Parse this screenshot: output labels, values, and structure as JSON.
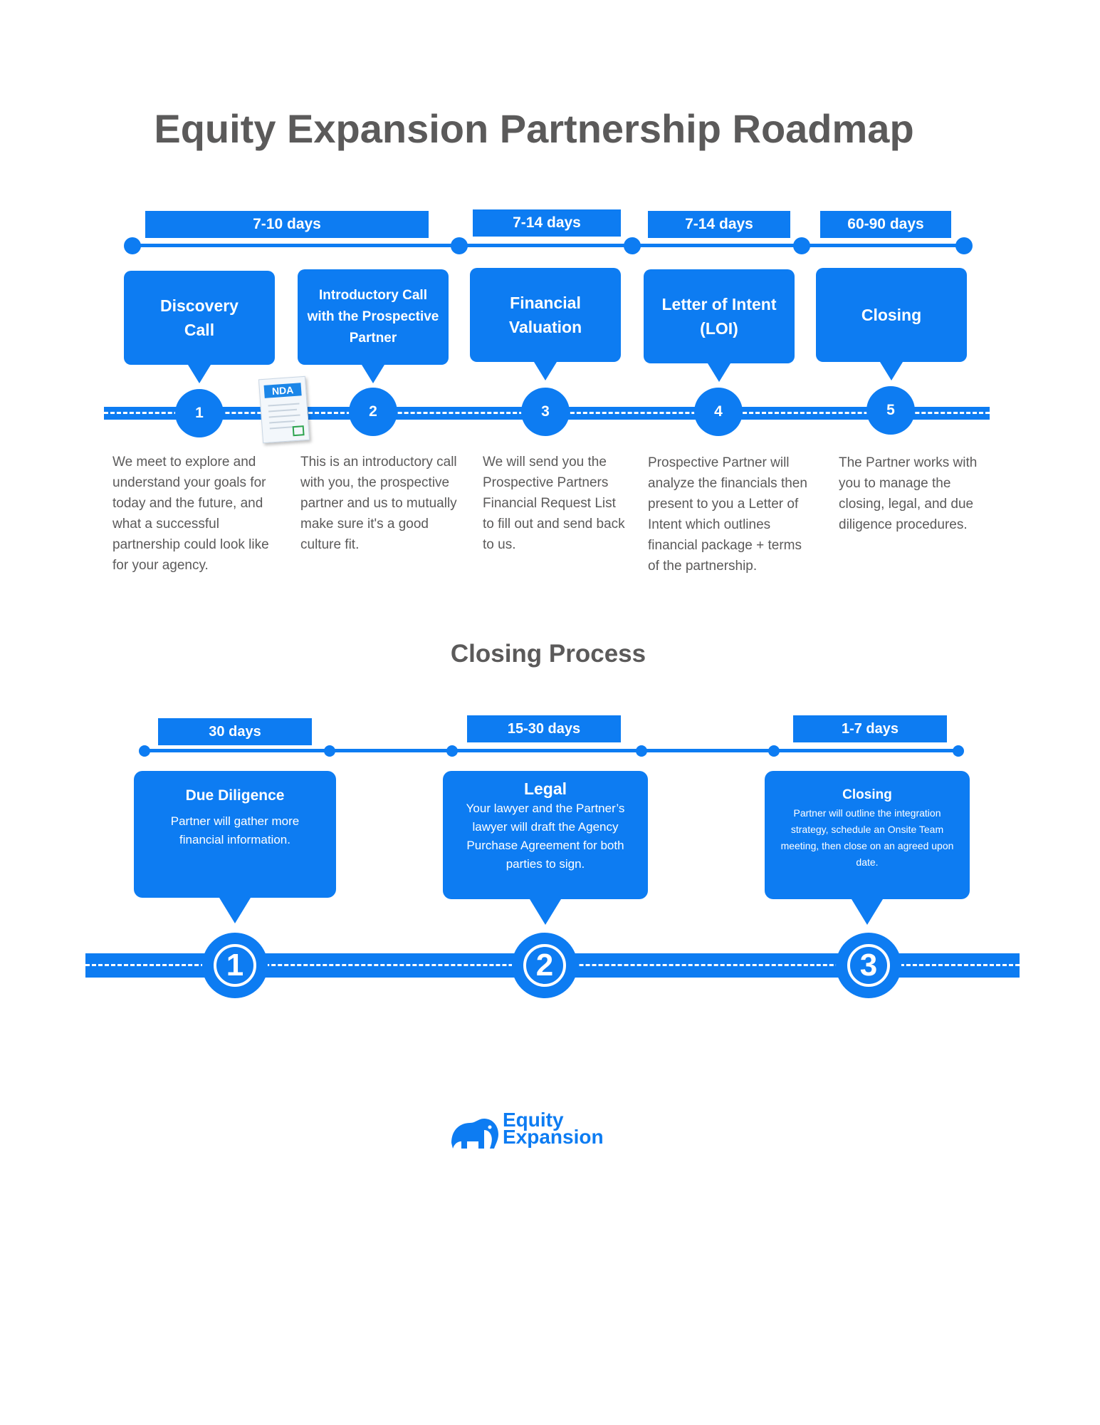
{
  "title": "Equity Expansion Partnership Roadmap",
  "roadmap": {
    "durations": [
      "7-10 days",
      "7-14 days",
      "7-14 days",
      "60-90 days"
    ],
    "steps": [
      {
        "number": "1",
        "label": "Discovery Call",
        "description": "We meet to explore and understand your goals for today and the future, and what a successful partnership could look like for your agency."
      },
      {
        "number": "2",
        "label": "Introductory Call with the Prospective Partner",
        "description": "This is an introductory call with you, the prospective partner and us to mutually make sure it's a good culture fit."
      },
      {
        "number": "3",
        "label": "Financial Valuation",
        "description": "We will send you the Prospective Partners Financial Request List to fill out and send back to us."
      },
      {
        "number": "4",
        "label": "Letter of Intent (LOI)",
        "description": "Prospective Partner will analyze the financials then present to you a Letter of Intent which outlines financial package + terms of the partnership."
      },
      {
        "number": "5",
        "label": "Closing",
        "description": "The Partner works with you to manage the closing, legal, and due diligence procedures."
      }
    ],
    "nda_label": "NDA"
  },
  "closing": {
    "title": "Closing Process",
    "durations": [
      "30 days",
      "15-30 days",
      "1-7 days"
    ],
    "steps": [
      {
        "number": "1",
        "heading": "Due Diligence",
        "text": "Partner will gather more financial information."
      },
      {
        "number": "2",
        "heading": "Legal",
        "text": "Your lawyer and the Partner’s lawyer will draft the Agency Purchase Agreement for both parties to sign."
      },
      {
        "number": "3",
        "heading": "Closing",
        "text": "Partner will outline the integration strategy, schedule an Onsite Team meeting, then close on an agreed upon date."
      }
    ]
  },
  "logo": {
    "line1": "Equity",
    "line2": "Expansion",
    "icon": "elephant-icon"
  },
  "colors": {
    "accent": "#0d7cf2",
    "text": "#5b5a5a"
  }
}
